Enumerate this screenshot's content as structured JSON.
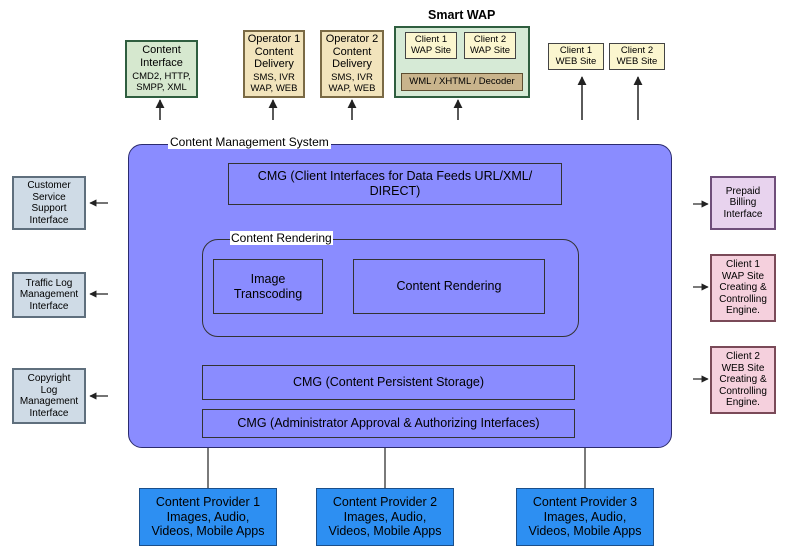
{
  "top": {
    "content_interface": {
      "title": "Content Interface",
      "detail": "CMD2, HTTP, SMPP, XML"
    },
    "operator1": {
      "title": "Operator 1 Content Delivery",
      "detail": "SMS, IVR WAP, WEB"
    },
    "operator2": {
      "title": "Operator 2 Content Delivery",
      "detail": "SMS, IVR WAP, WEB"
    },
    "smart_wap": {
      "title": "Smart WAP",
      "client1": "Client 1 WAP Site",
      "client2": "Client 2 WAP Site",
      "decoder": "WML / XHTML / Decoder"
    },
    "web_client1": "Client 1 WEB Site",
    "web_client2": "Client 2 WEB Site"
  },
  "left": {
    "customer_service": "Customer Service Support Interface",
    "traffic_log": "Traffic Log Management Interface",
    "copyright_log": "Copyright Log Management Interface"
  },
  "right": {
    "prepaid_billing": "Prepaid Billing Interface",
    "client1_engine": "Client 1 WAP Site Creating & Controlling Engine.",
    "client2_engine": "Client 2 WEB Site Creating & Controlling Engine."
  },
  "cms": {
    "label": "Content Management System",
    "cmg_feeds": "CMG (Client Interfaces for Data Feeds URL/XML/ DIRECT)",
    "rendering_label": "Content Rendering",
    "image_transcoding": "Image Transcoding",
    "content_rendering": "Content Rendering",
    "persistent_storage": "CMG (Content Persistent Storage)",
    "admin_approval": "CMG (Administrator Approval & Authorizing Interfaces)"
  },
  "providers": [
    {
      "title": "Content Provider 1",
      "detail": "Images, Audio, Videos, Mobile Apps"
    },
    {
      "title": "Content Provider 2",
      "detail": "Images, Audio, Videos, Mobile Apps"
    },
    {
      "title": "Content Provider 3",
      "detail": "Images, Audio, Videos, Mobile Apps"
    }
  ]
}
